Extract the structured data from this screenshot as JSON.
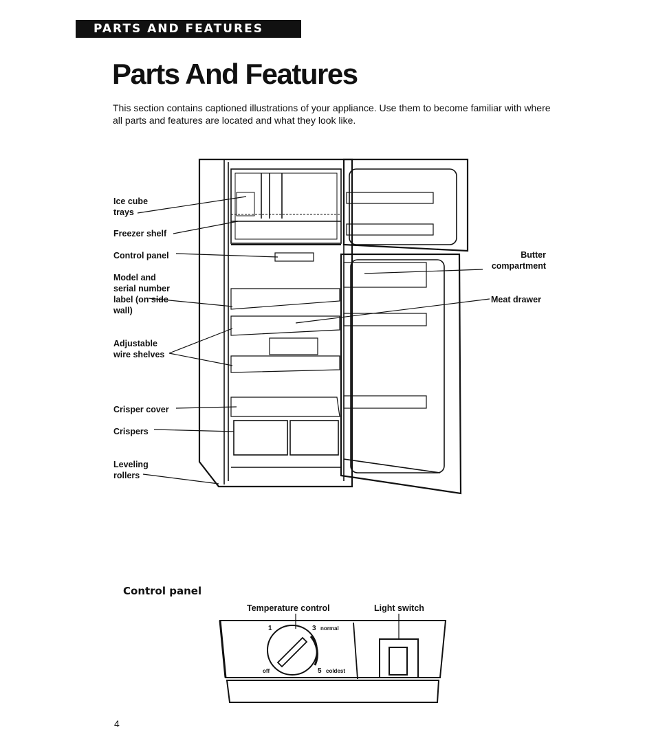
{
  "header": {
    "banner": "PARTS AND FEATURES"
  },
  "title": "Parts And Features",
  "intro": "This section contains captioned illustrations of your appliance. Use them to become familiar with where all parts and features are located and what they look like.",
  "callouts": {
    "ice_cube_trays": "Ice cube trays",
    "freezer_shelf": "Freezer shelf",
    "control_panel": "Control panel",
    "model_serial": "Model and serial number label (on side wall)",
    "adjustable_shelves": "Adjustable wire shelves",
    "crisper_cover": "Crisper cover",
    "crispers": "Crispers",
    "leveling_rollers": "Leveling rollers",
    "butter_compartment": "Butter compartment",
    "meat_drawer": "Meat drawer"
  },
  "control_panel_section": {
    "heading": "Control panel",
    "temperature_control": "Temperature control",
    "light_switch": "Light switch",
    "dial": {
      "min": "1",
      "mid": "3",
      "mid_label": "normal",
      "max": "5",
      "max_label": "coldest",
      "off": "off"
    }
  },
  "page_number": "4"
}
